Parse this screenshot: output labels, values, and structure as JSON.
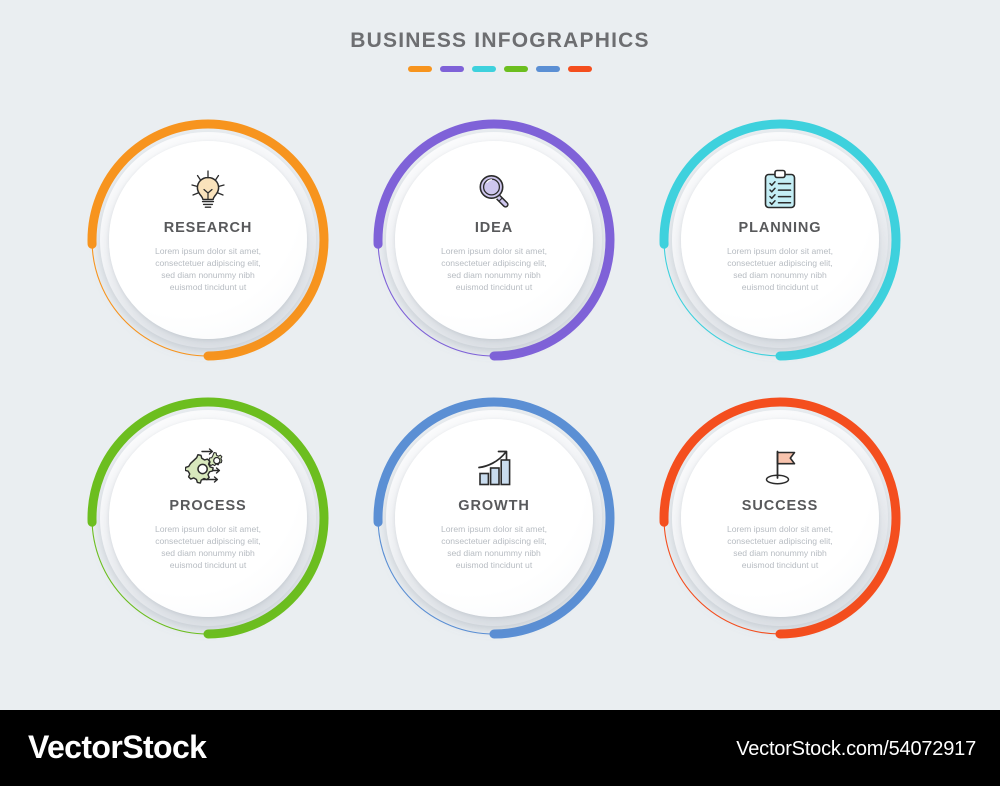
{
  "header": {
    "title": "BUSINESS INFOGRAPHICS",
    "dash_colors": [
      "#f7941e",
      "#7f62d8",
      "#3ed1dd",
      "#6cbe1f",
      "#5b8fd4",
      "#f44e1e"
    ]
  },
  "palette": {
    "background": "#eaeef1",
    "title_text": "#6d6e71",
    "body_text": "#b7bcc2",
    "footer_bg": "#000000",
    "footer_text": "#ffffff"
  },
  "shared": {
    "description": "Lorem ipsum dolor sit amet,\nconsectetuer adipiscing elit,\nsed diam nonummy nibh\neuismod tincidunt ut"
  },
  "cards": [
    {
      "title": "RESEARCH",
      "color": "#f7941e",
      "icon": "lightbulb-icon",
      "icon_fill": "#fae3bc",
      "description": "Lorem ipsum dolor sit amet,\nconsectetuer adipiscing elit,\nsed diam nonummy nibh\neuismod tincidunt ut"
    },
    {
      "title": "IDEA",
      "color": "#7f62d8",
      "icon": "magnifier-icon",
      "icon_fill": "#cec6ee",
      "description": "Lorem ipsum dolor sit amet,\nconsectetuer adipiscing elit,\nsed diam nonummy nibh\neuismod tincidunt ut"
    },
    {
      "title": "PLANNING",
      "color": "#3ed1dd",
      "icon": "clipboard-checklist-icon",
      "icon_fill": "#c4eef5",
      "description": "Lorem ipsum dolor sit amet,\nconsectetuer adipiscing elit,\nsed diam nonummy nibh\neuismod tincidunt ut"
    },
    {
      "title": "PROCESS",
      "color": "#6cbe1f",
      "icon": "gears-icon",
      "icon_fill": "#d8e8bd",
      "description": "Lorem ipsum dolor sit amet,\nconsectetuer adipiscing elit,\nsed diam nonummy nibh\neuismod tincidunt ut"
    },
    {
      "title": "GROWTH",
      "color": "#5b8fd4",
      "icon": "bar-chart-growth-icon",
      "icon_fill": "#c9dcee",
      "description": "Lorem ipsum dolor sit amet,\nconsectetuer adipiscing elit,\nsed diam nonummy nibh\neuismod tincidunt ut"
    },
    {
      "title": "SUCCESS",
      "color": "#f44e1e",
      "icon": "flag-icon",
      "icon_fill": "#f8c3ad",
      "description": "Lorem ipsum dolor sit amet,\nconsectetuer adipiscing elit,\nsed diam nonummy nibh\neuismod tincidunt ut"
    }
  ],
  "footer": {
    "brand": "VectorStock",
    "url": "VectorStock.com/54072917"
  }
}
